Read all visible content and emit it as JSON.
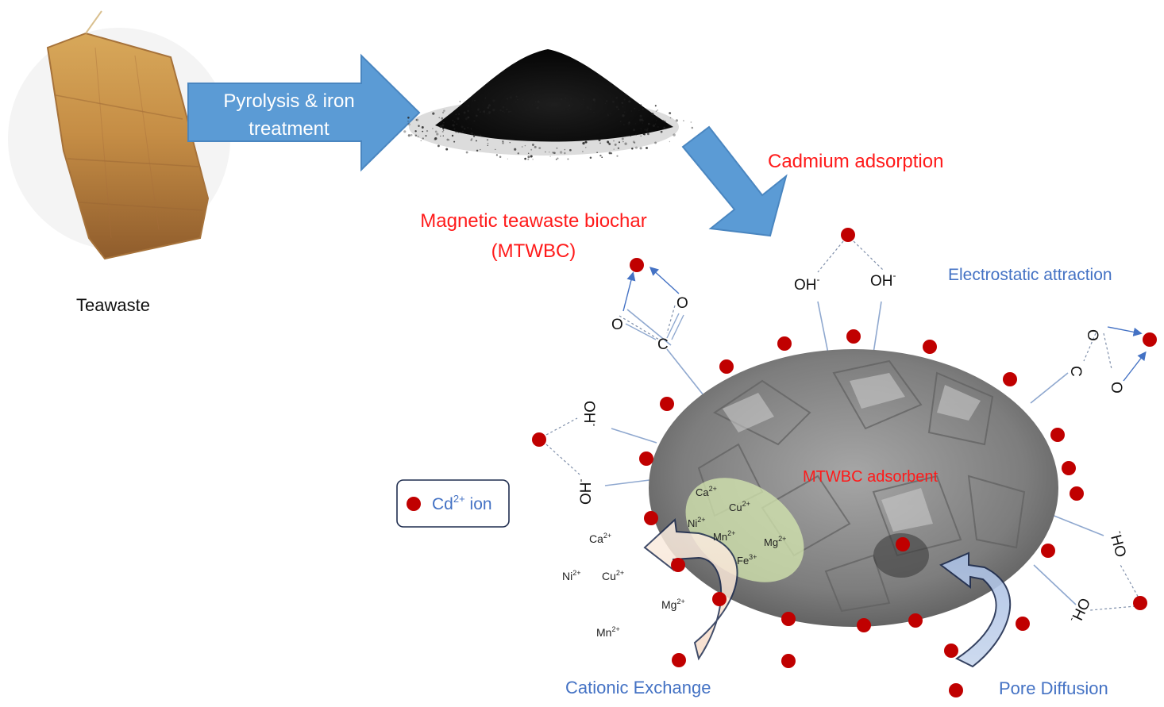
{
  "labels": {
    "teawaste": "Teawaste",
    "process_arrow": [
      "Pyrolysis & iron",
      "treatment"
    ],
    "biochar": [
      "Magnetic teawaste biochar",
      "(MTWBC)"
    ],
    "cadmium_adsorption": "Cadmium adsorption",
    "electrostatic": "Electrostatic attraction",
    "adsorbent": "MTWBC adsorbent",
    "cationic_exchange": "Cationic Exchange",
    "pore_diffusion": "Pore Diffusion"
  },
  "legend": {
    "ion_base": "Cd",
    "ion_sup": "2+",
    "ion_suffix": " ion"
  },
  "groups": {
    "oh": "OH",
    "ho": "HO",
    "minus": "-",
    "o": "O",
    "c": "C"
  },
  "exchange_ions_inside": [
    {
      "base": "Ca",
      "sup": "2+"
    },
    {
      "base": "Cu",
      "sup": "2+"
    },
    {
      "base": "Ni",
      "sup": "2+"
    },
    {
      "base": "Mn",
      "sup": "2+"
    },
    {
      "base": "Mg",
      "sup": "2+"
    },
    {
      "base": "Fe",
      "sup": "3+"
    }
  ],
  "released_ions": [
    {
      "base": "Ca",
      "sup": "2+"
    },
    {
      "base": "Ni",
      "sup": "2+"
    },
    {
      "base": "Cu",
      "sup": "2+"
    },
    {
      "base": "Mg",
      "sup": "2+"
    },
    {
      "base": "Mn",
      "sup": "2+"
    }
  ],
  "colors": {
    "arrow": "#5b9bd5",
    "arrow_border": "#4a86c0",
    "red_text": "#ff1a1a",
    "blue_text": "#4472c4",
    "cd_ion": "#c00000",
    "ellipse_fill": "#8c8c8c",
    "exchange_zone": "#d6e8b0"
  }
}
